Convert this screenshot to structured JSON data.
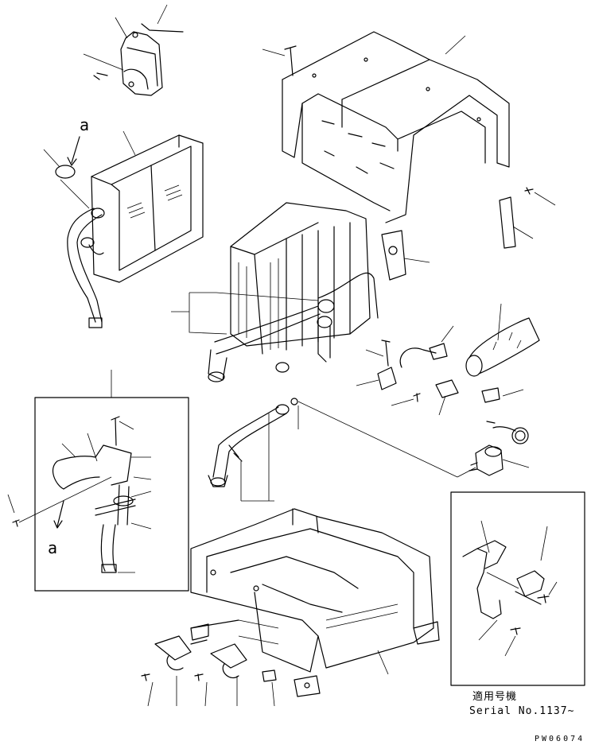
{
  "callouts": {
    "view_letter_top": "a",
    "view_letter_detail": "a"
  },
  "serial_note": {
    "line1": "適用号機",
    "line2": "Serial No.1137~"
  },
  "drawing_code": "PW06074"
}
